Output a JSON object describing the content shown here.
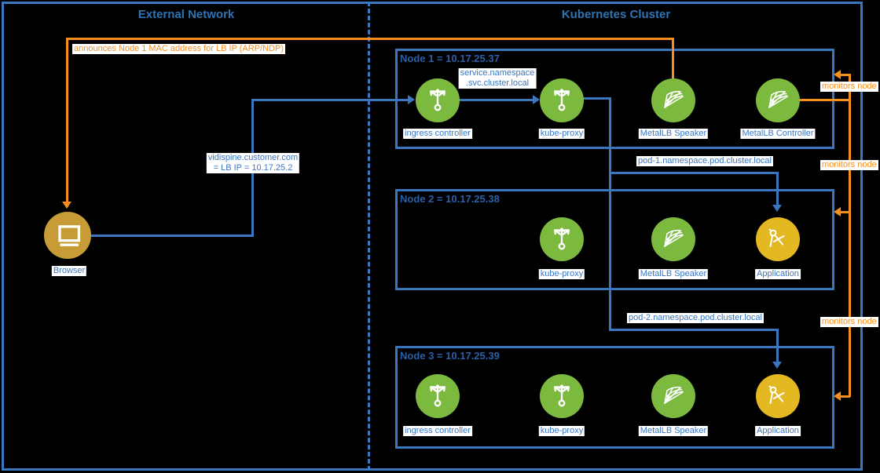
{
  "diagram": {
    "sections": {
      "external": {
        "title": "External Network"
      },
      "cluster": {
        "title": "Kubernetes Cluster"
      }
    },
    "browser": {
      "label": "Browser"
    },
    "nodes": [
      {
        "title": "Node 1 = 10.17.25.37",
        "components": [
          "ingress controller",
          "kube-proxy",
          "MetalLB Speaker",
          "MetalLB Controller"
        ]
      },
      {
        "title": "Node 2 = 10.17.25.38",
        "components": [
          "kube-proxy",
          "MetalLB Speaker",
          "Application"
        ]
      },
      {
        "title": "Node 3 = 10.17.25.39",
        "components": [
          "ingress controller",
          "kube-proxy",
          "MetalLB Speaker",
          "Application"
        ]
      }
    ],
    "edges": {
      "announce": "announces Node 1 MAC address for LB IP (ARP/NDP)",
      "dns_line1": "vidispine.customer.com",
      "dns_line2": "= LB IP = 10.17.25.2",
      "service_line1": "service.namespace",
      "service_line2": ".svc.cluster.local",
      "pod1": "pod-1.namespace.pod.cluster.local",
      "pod2": "pod-2.namespace.pod.cluster.local",
      "monitors": [
        "monitors node",
        "monitors node",
        "monitors node"
      ]
    },
    "colors": {
      "background": "#000000",
      "line_blue": "#3b76c1",
      "accent_orange": "#f78e1e",
      "icon_green": "#7cb93f",
      "browser_gold": "#c79b36",
      "application_gold": "#e3b823",
      "section_title_blue": "#2e74b5",
      "node_title_blue": "#2b5fa7",
      "label_text_blue": "#3b76c1",
      "label_background": "#ffffff"
    }
  }
}
